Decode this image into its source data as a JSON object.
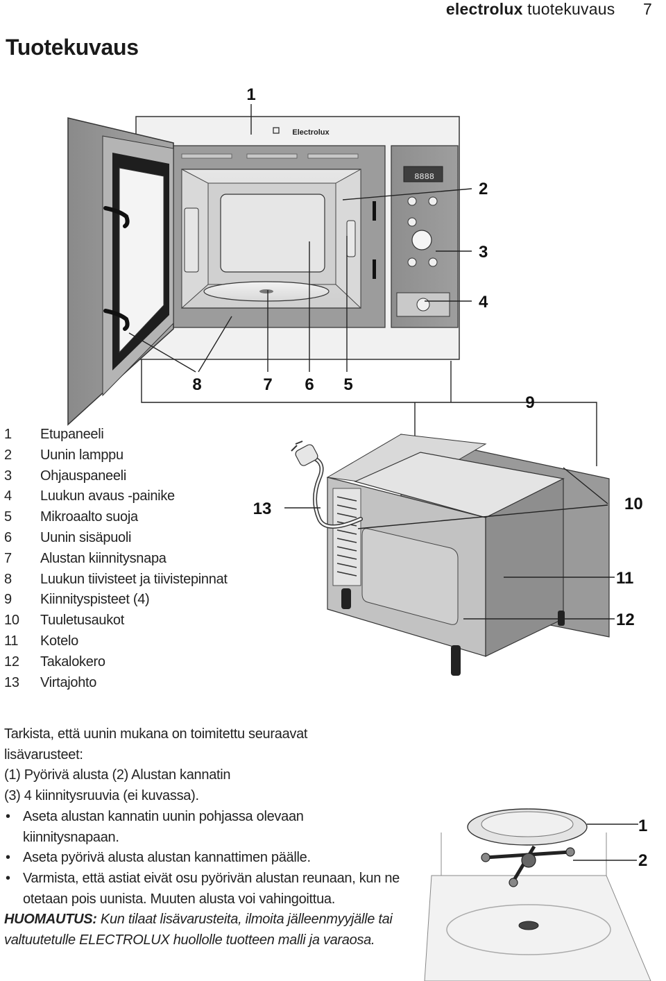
{
  "header": {
    "brand": "electrolux",
    "section": "tuotekuvaus",
    "page_number": "7"
  },
  "page_title": "Tuotekuvaus",
  "diagram": {
    "brand_label": "Electrolux",
    "display_digits": "8888",
    "callouts": {
      "c1": "1",
      "c2": "2",
      "c3": "3",
      "c4": "4",
      "c5": "5",
      "c6": "6",
      "c7": "7",
      "c8": "8",
      "c9": "9",
      "c10": "10",
      "c11": "11",
      "c12": "12",
      "c13": "13"
    }
  },
  "legend": [
    {
      "num": "1",
      "label": "Etupaneeli"
    },
    {
      "num": "2",
      "label": "Uunin lamppu"
    },
    {
      "num": "3",
      "label": "Ohjauspaneeli"
    },
    {
      "num": "4",
      "label": "Luukun avaus -painike"
    },
    {
      "num": "5",
      "label": "Mikroaalto suoja"
    },
    {
      "num": "6",
      "label": "Uunin sisäpuoli"
    },
    {
      "num": "7",
      "label": "Alustan kiinnitysnapa"
    },
    {
      "num": "8",
      "label": "Luukun tiivisteet ja tiivistepinnat"
    },
    {
      "num": "9",
      "label": "Kiinnityspisteet (4)"
    },
    {
      "num": "10",
      "label": "Tuuletusaukot"
    },
    {
      "num": "11",
      "label": "Kotelo"
    },
    {
      "num": "12",
      "label": "Takalokero"
    },
    {
      "num": "13",
      "label": "Virtajohto"
    }
  ],
  "accessories": {
    "intro": "Tarkista, että uunin mukana on toimitettu seuraavat lisävarusteet:",
    "items_line1": "(1) Pyörivä alusta (2) Alustan kannatin",
    "items_line2": "(3) 4 kiinnitysruuvia (ei kuvassa).",
    "bullets": [
      "Aseta alustan kannatin uunin pohjassa olevaan kiinnitysnapaan.",
      "Aseta pyörivä alusta alustan kannattimen päälle.",
      "Varmista, että astiat eivät osu pyörivän alustan reunaan, kun ne otetaan pois uunista. Muuten alusta voi vahingoittua."
    ],
    "note_label": "HUOMAUTUS:",
    "note_text": " Kun tilaat lisävarusteita, ilmoita jälleenmyyjälle tai valtuutetulle  ELECTROLUX huollolle tuotteen malli ja varaosa."
  },
  "turntable_callouts": {
    "t1": "1",
    "t2": "2"
  }
}
